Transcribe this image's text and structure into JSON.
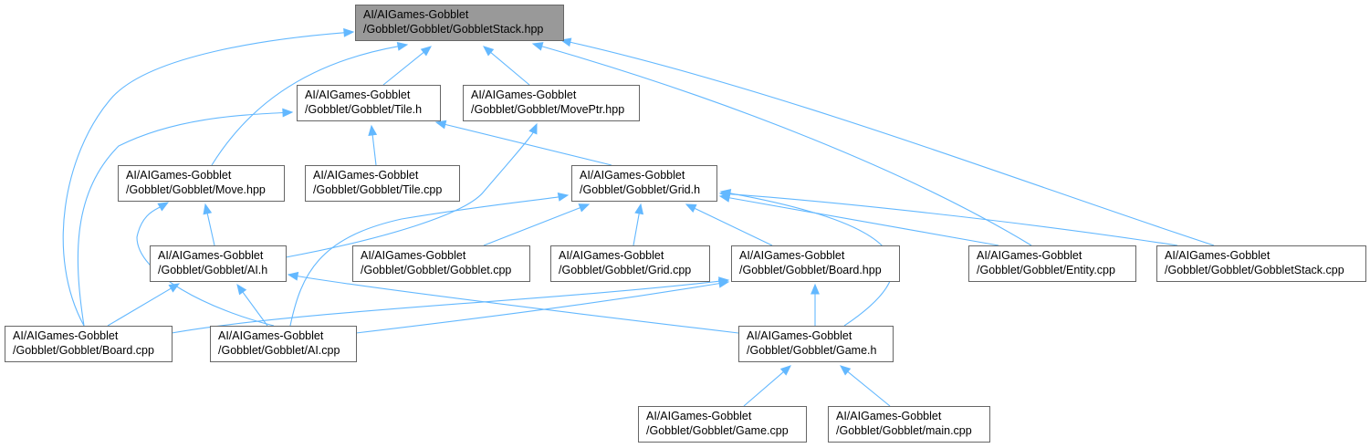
{
  "diagram": {
    "colors": {
      "edge": "#63b8ff",
      "root_fill": "#999999",
      "node_fill": "#ffffff",
      "node_border": "#666666"
    },
    "nodes": [
      {
        "id": "stack_hpp",
        "line1": "AI/AIGames-Gobblet",
        "line2": "/Gobblet/Gobblet/GobbletStack.hpp",
        "root": true
      },
      {
        "id": "tile_h",
        "line1": "AI/AIGames-Gobblet",
        "line2": "/Gobblet/Gobblet/Tile.h"
      },
      {
        "id": "moveptr_hpp",
        "line1": "AI/AIGames-Gobblet",
        "line2": "/Gobblet/Gobblet/MovePtr.hpp"
      },
      {
        "id": "move_hpp",
        "line1": "AI/AIGames-Gobblet",
        "line2": "/Gobblet/Gobblet/Move.hpp"
      },
      {
        "id": "tile_cpp",
        "line1": "AI/AIGames-Gobblet",
        "line2": "/Gobblet/Gobblet/Tile.cpp"
      },
      {
        "id": "grid_h",
        "line1": "AI/AIGames-Gobblet",
        "line2": "/Gobblet/Gobblet/Grid.h"
      },
      {
        "id": "ai_h",
        "line1": "AI/AIGames-Gobblet",
        "line2": "/Gobblet/Gobblet/AI.h"
      },
      {
        "id": "gobblet_cpp",
        "line1": "AI/AIGames-Gobblet",
        "line2": "/Gobblet/Gobblet/Gobblet.cpp"
      },
      {
        "id": "grid_cpp",
        "line1": "AI/AIGames-Gobblet",
        "line2": "/Gobblet/Gobblet/Grid.cpp"
      },
      {
        "id": "board_hpp",
        "line1": "AI/AIGames-Gobblet",
        "line2": "/Gobblet/Gobblet/Board.hpp"
      },
      {
        "id": "entity_cpp",
        "line1": "AI/AIGames-Gobblet",
        "line2": "/Gobblet/Gobblet/Entity.cpp"
      },
      {
        "id": "stack_cpp",
        "line1": "AI/AIGames-Gobblet",
        "line2": "/Gobblet/Gobblet/GobbletStack.cpp"
      },
      {
        "id": "board_cpp",
        "line1": "AI/AIGames-Gobblet",
        "line2": "/Gobblet/Gobblet/Board.cpp"
      },
      {
        "id": "ai_cpp",
        "line1": "AI/AIGames-Gobblet",
        "line2": "/Gobblet/Gobblet/AI.cpp"
      },
      {
        "id": "game_h",
        "line1": "AI/AIGames-Gobblet",
        "line2": "/Gobblet/Gobblet/Game.h"
      },
      {
        "id": "game_cpp",
        "line1": "AI/AIGames-Gobblet",
        "line2": "/Gobblet/Gobblet/Game.cpp"
      },
      {
        "id": "main_cpp",
        "line1": "AI/AIGames-Gobblet",
        "line2": "/Gobblet/Gobblet/main.cpp"
      }
    ],
    "edges": [
      {
        "from": "tile_h",
        "to": "stack_hpp"
      },
      {
        "from": "moveptr_hpp",
        "to": "stack_hpp"
      },
      {
        "from": "move_hpp",
        "to": "stack_hpp"
      },
      {
        "from": "board_cpp",
        "to": "stack_hpp"
      },
      {
        "from": "entity_cpp",
        "to": "stack_hpp"
      },
      {
        "from": "stack_cpp",
        "to": "stack_hpp"
      },
      {
        "from": "tile_cpp",
        "to": "tile_h"
      },
      {
        "from": "grid_h",
        "to": "tile_h"
      },
      {
        "from": "board_cpp",
        "to": "tile_h"
      },
      {
        "from": "ai_h",
        "to": "moveptr_hpp"
      },
      {
        "from": "ai_h",
        "to": "move_hpp"
      },
      {
        "from": "ai_cpp",
        "to": "move_hpp"
      },
      {
        "from": "gobblet_cpp",
        "to": "grid_h"
      },
      {
        "from": "grid_cpp",
        "to": "grid_h"
      },
      {
        "from": "board_hpp",
        "to": "grid_h"
      },
      {
        "from": "entity_cpp",
        "to": "grid_h"
      },
      {
        "from": "stack_cpp",
        "to": "grid_h"
      },
      {
        "from": "ai_cpp",
        "to": "grid_h"
      },
      {
        "from": "game_h",
        "to": "grid_h"
      },
      {
        "from": "board_cpp",
        "to": "ai_h"
      },
      {
        "from": "ai_cpp",
        "to": "ai_h"
      },
      {
        "from": "game_h",
        "to": "ai_h"
      },
      {
        "from": "board_cpp",
        "to": "board_hpp"
      },
      {
        "from": "ai_cpp",
        "to": "board_hpp"
      },
      {
        "from": "game_h",
        "to": "board_hpp"
      },
      {
        "from": "game_cpp",
        "to": "game_h"
      },
      {
        "from": "main_cpp",
        "to": "game_h"
      }
    ]
  }
}
